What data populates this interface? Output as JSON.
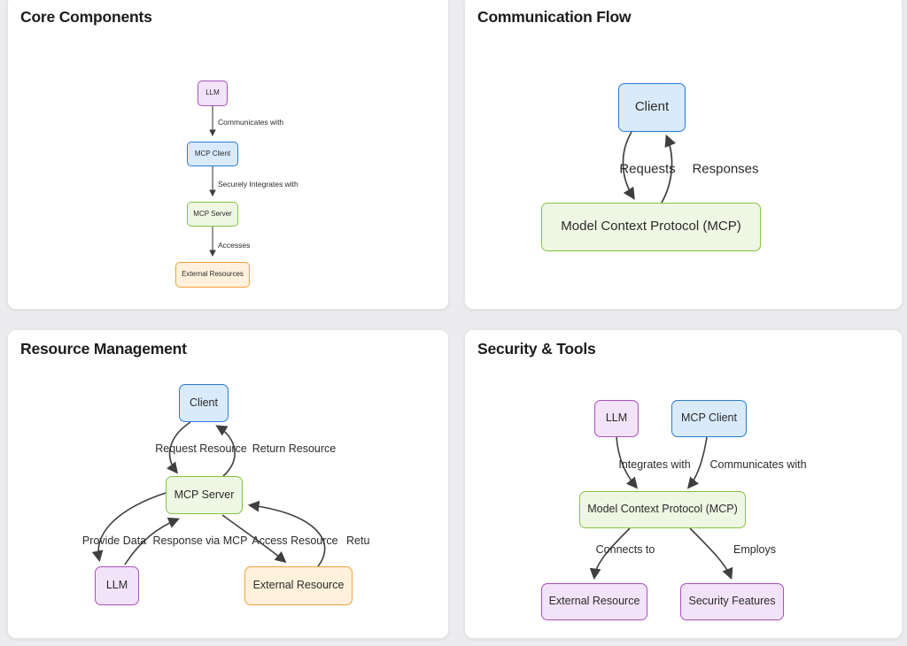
{
  "colors": {
    "node_purple_fill": "#f2e3f8",
    "node_purple_border": "#ab4ec4",
    "node_blue_fill": "#d9eafb",
    "node_blue_border": "#2a7cd1",
    "node_green_fill": "#eef7e3",
    "node_green_border": "#84c342",
    "node_orange_fill": "#fff1db",
    "node_orange_border": "#f0a23c",
    "edge_stroke": "#3f3f3f",
    "panel_background": "#ffffff",
    "page_background": "#ececee",
    "title_color": "#1c1c1c"
  },
  "panels": {
    "core_components": {
      "title": "Core Components",
      "nodes": [
        {
          "id": "llm",
          "label": "LLM",
          "color": "purple"
        },
        {
          "id": "mcp_client",
          "label": "MCP Client",
          "color": "blue"
        },
        {
          "id": "mcp_server",
          "label": "MCP Server",
          "color": "green"
        },
        {
          "id": "external_resources",
          "label": "External Resources",
          "color": "orange"
        }
      ],
      "edges": [
        {
          "from": "LLM",
          "to": "MCP Client",
          "label": "Communicates with"
        },
        {
          "from": "MCP Client",
          "to": "MCP Server",
          "label": "Securely Integrates with"
        },
        {
          "from": "MCP Server",
          "to": "External Resources",
          "label": "Accesses"
        }
      ]
    },
    "communication_flow": {
      "title": "Communication Flow",
      "nodes": [
        {
          "id": "client",
          "label": "Client",
          "color": "blue"
        },
        {
          "id": "mcp",
          "label": "Model Context Protocol (MCP)",
          "color": "green"
        }
      ],
      "edges": [
        {
          "from": "Client",
          "to": "Model Context Protocol (MCP)",
          "label": "Requests"
        },
        {
          "from": "Model Context Protocol (MCP)",
          "to": "Client",
          "label": "Responses"
        }
      ]
    },
    "resource_management": {
      "title": "Resource Management",
      "nodes": [
        {
          "id": "client",
          "label": "Client",
          "color": "blue"
        },
        {
          "id": "mcp_server",
          "label": "MCP Server",
          "color": "green"
        },
        {
          "id": "llm",
          "label": "LLM",
          "color": "purple"
        },
        {
          "id": "external_resource",
          "label": "External Resource",
          "color": "orange"
        }
      ],
      "edges": [
        {
          "from": "Client",
          "to": "MCP Server",
          "label": "Request Resource"
        },
        {
          "from": "MCP Server",
          "to": "Client",
          "label": "Return Resource"
        },
        {
          "from": "MCP Server",
          "to": "LLM",
          "label": "Provide Data"
        },
        {
          "from": "LLM",
          "to": "MCP Server",
          "label": "Response via MCP"
        },
        {
          "from": "MCP Server",
          "to": "External Resource",
          "label": "Access Resource"
        },
        {
          "from": "External Resource",
          "to": "MCP Server",
          "label": "Retu"
        }
      ]
    },
    "security_tools": {
      "title": "Security & Tools",
      "nodes": [
        {
          "id": "llm",
          "label": "LLM",
          "color": "purple"
        },
        {
          "id": "mcp_client",
          "label": "MCP Client",
          "color": "blue"
        },
        {
          "id": "mcp",
          "label": "Model Context Protocol (MCP)",
          "color": "green"
        },
        {
          "id": "external_resource",
          "label": "External Resource",
          "color": "purple"
        },
        {
          "id": "security_features",
          "label": "Security Features",
          "color": "purple"
        }
      ],
      "edges": [
        {
          "from": "LLM",
          "to": "Model Context Protocol (MCP)",
          "label": "Integrates with"
        },
        {
          "from": "MCP Client",
          "to": "Model Context Protocol (MCP)",
          "label": "Communicates with"
        },
        {
          "from": "Model Context Protocol (MCP)",
          "to": "External Resource",
          "label": "Connects to"
        },
        {
          "from": "Model Context Protocol (MCP)",
          "to": "Security Features",
          "label": "Employs"
        }
      ]
    }
  }
}
